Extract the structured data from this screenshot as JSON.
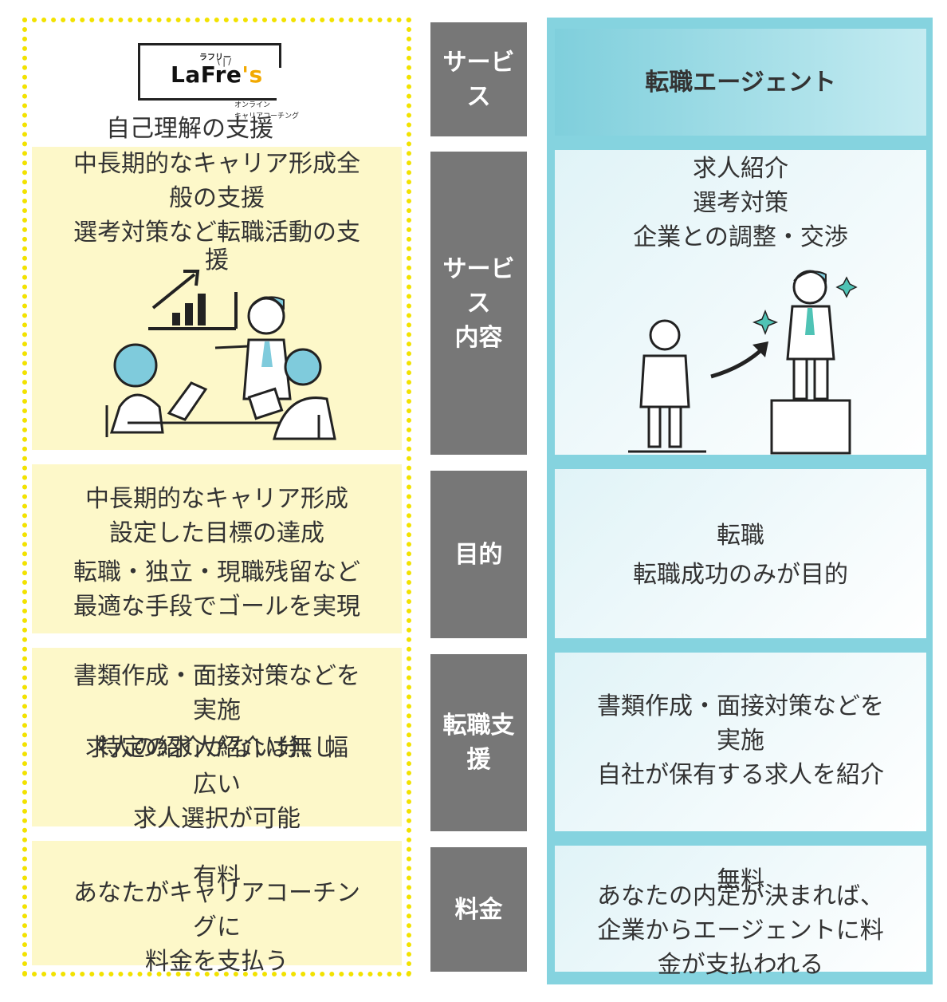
{
  "left": {
    "logo": {
      "small_text": "ラフリー",
      "main_text_a": "LaFre",
      "main_text_b": "'s",
      "sub_text_1": "オンライン",
      "sub_text_2": "キャリアコーチング"
    },
    "title": "自己理解の支援",
    "content_lines": [
      "中長期的なキャリア形成全",
      "般の支援",
      "選考対策など転職活動の支",
      "援"
    ],
    "purpose_lines": [
      "中長期的なキャリア形成",
      "設定した目標の達成",
      "転職・独立・現職残留など",
      "最適な手段でゴールを実現"
    ],
    "support_lines": [
      "書類作成・面接対策などを",
      "実施",
      "特定の求人紹介は無し",
      "求人の紹介がない分、幅",
      "広い",
      "求人選択が可能"
    ],
    "fee_title": "有料",
    "fee_lines": [
      "あなたがキャリアコーチン",
      "グに",
      "料金を支払う"
    ]
  },
  "middle": {
    "service": "サービス",
    "content": "サービス内容",
    "purpose": "目的",
    "support": "転職支援",
    "fee": "料金"
  },
  "right": {
    "header": "転職エージェント",
    "content_lines": [
      "求人紹介",
      "選考対策",
      "企業との調整・交渉"
    ],
    "purpose_lines": [
      "転職",
      "転職成功のみが目的"
    ],
    "support_lines": [
      "書類作成・面接対策などを",
      "実施",
      "自社が保有する求人を紹介"
    ],
    "fee_title": "無料",
    "fee_lines": [
      "あなたの内定が決まれば、",
      "企業からエージェントに料",
      "金が支払われる"
    ]
  },
  "colors": {
    "left_border": "#f2e200",
    "left_fill": "#fdf8c9",
    "middle_fill": "#777777",
    "right_frame": "#85d3df",
    "skin_blue": "#7fcbdc"
  },
  "icons": [
    "growth-chart-icon",
    "meeting-people-icon",
    "promotion-person-icon"
  ]
}
